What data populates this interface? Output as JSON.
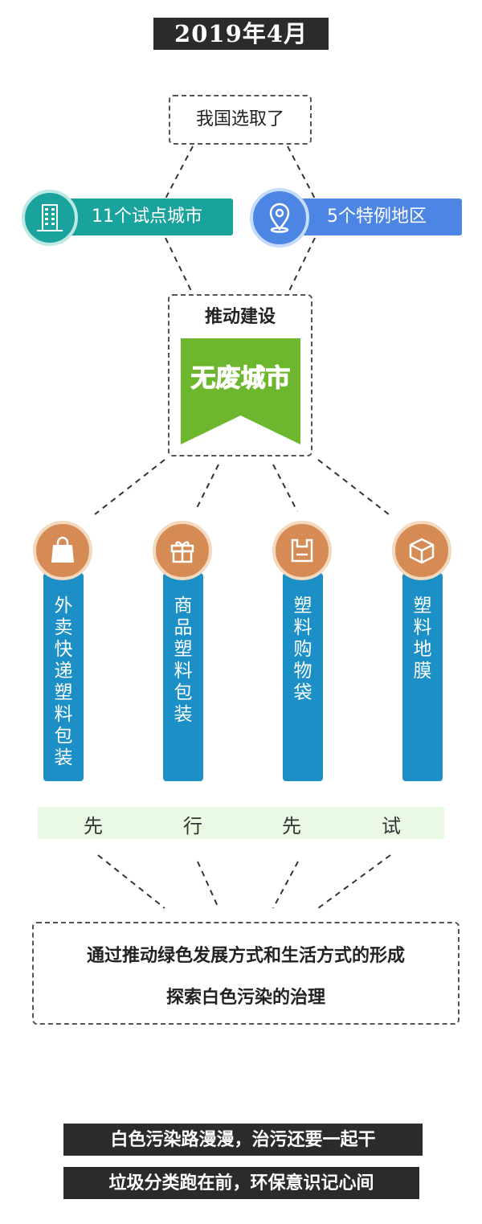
{
  "header": {
    "date": "2019年4月"
  },
  "selection": {
    "label": "我国选取了"
  },
  "pilots": {
    "cities": "11个试点城市",
    "regions": "5个特例地区"
  },
  "promote": {
    "label": "推动建设",
    "banner": "无废城市"
  },
  "categories": [
    {
      "text": "外卖快递塑料包装",
      "icon": "shopping-bag-icon"
    },
    {
      "text": "商品塑料包装",
      "icon": "gift-box-icon"
    },
    {
      "text": "塑料购物袋",
      "icon": "plastic-bag-icon"
    },
    {
      "text": "塑料地膜",
      "icon": "cube-icon"
    }
  ],
  "pilot_test": [
    "先",
    "行",
    "先",
    "试"
  ],
  "summary": {
    "line1": "通过推动绿色发展方式和生活方式的形成",
    "line2": "探索白色污染的治理"
  },
  "slogans": [
    "白色污染路漫漫，治污还要一起干",
    "垃圾分类跑在前，环保意识记心间"
  ],
  "colors": {
    "teal": "#1aa39d",
    "blue": "#4c85e3",
    "green": "#6db72e",
    "category_blue": "#1b8fc6",
    "icon_orange": "#d78b54",
    "band_green": "#e9f9e3"
  }
}
